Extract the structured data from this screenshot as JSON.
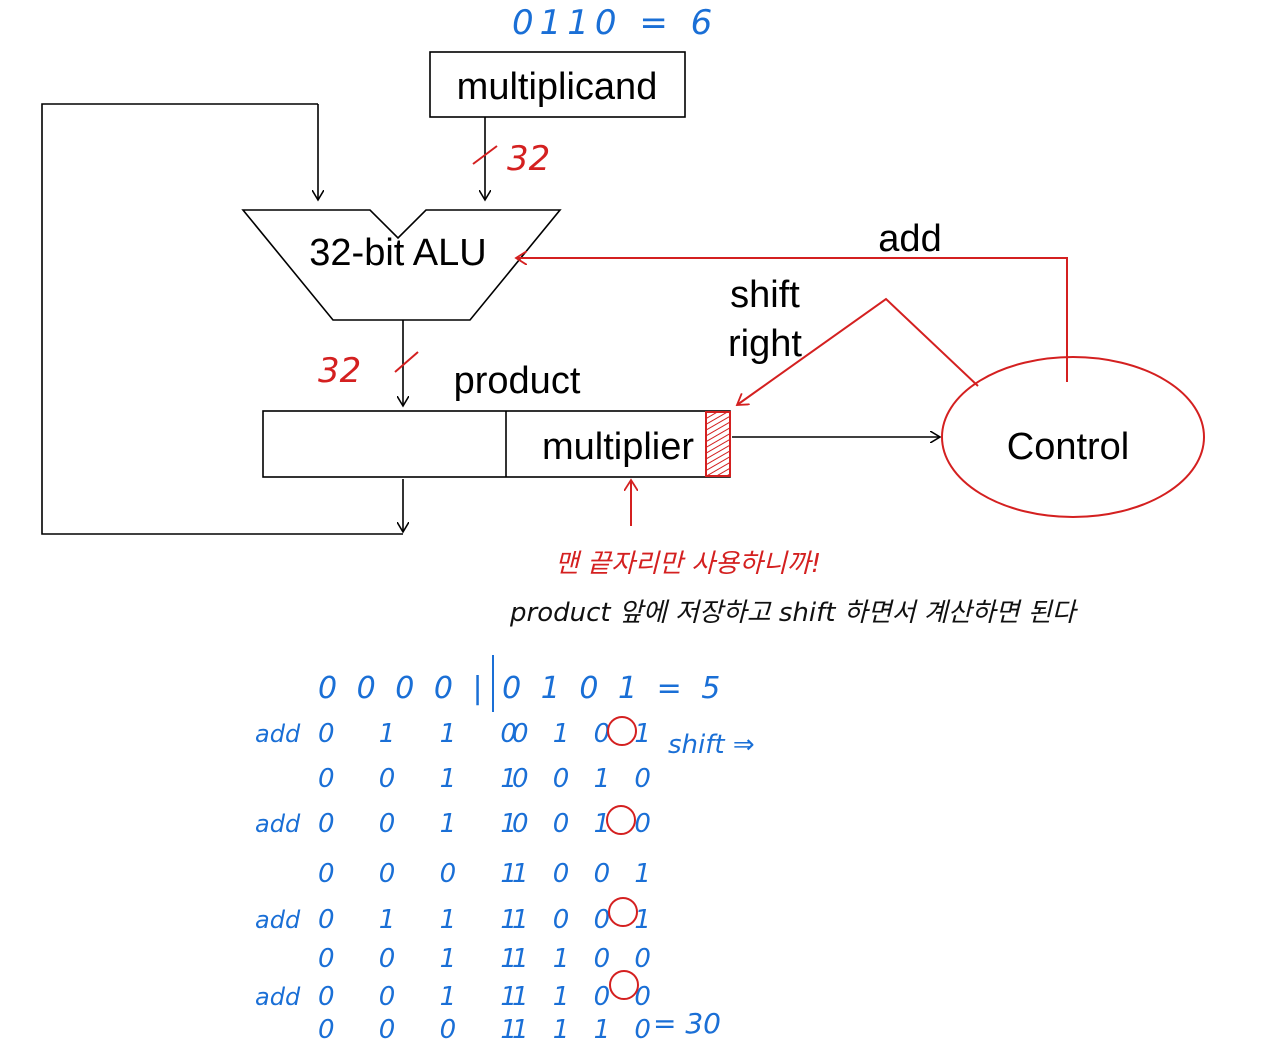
{
  "diagram": {
    "multiplicand_label": "multiplicand",
    "alu_label": "32-bit ALU",
    "product_label": "product",
    "multiplier_label": "multiplier",
    "control_label": "Control",
    "add_label": "add",
    "shift_label": "shift",
    "right_label": "right"
  },
  "annotations": {
    "top_value": "0110 = 6",
    "width_top": "32",
    "width_left": "32",
    "korean_note_1": "맨 끝자리만 사용하니까!",
    "korean_note_2": "product 앞에 저장하고 shift 하면서 계산하면 된다"
  },
  "worksheet": {
    "header": "0 0 0 0 | 0 1 0 1 = 5",
    "rows": [
      {
        "op": "add",
        "left": "0 1 1 0",
        "right": "0 1 0 1"
      },
      {
        "op": "",
        "left": "0 0 1 1",
        "right": "0 0 1 0"
      },
      {
        "op": "add",
        "left": "0 0 1 1",
        "right": "0 0 1 0"
      },
      {
        "op": "",
        "left": "0 0 0 1",
        "right": "1 0 0 1"
      },
      {
        "op": "add",
        "left": "0 1 1 1",
        "right": "1 0 0 1"
      },
      {
        "op": "",
        "left": "0 0 1 1",
        "right": "1 1 0 0"
      },
      {
        "op": "add",
        "left": "0 0 1 1",
        "right": "1 1 0 0"
      },
      {
        "op": "",
        "left": "0 0 0 1",
        "right": "1 1 1 0"
      }
    ],
    "shift_note": "shift ⇒",
    "result": "= 30"
  },
  "colors": {
    "red": "#d42020",
    "blue": "#1a6fd6",
    "black": "#000000"
  }
}
